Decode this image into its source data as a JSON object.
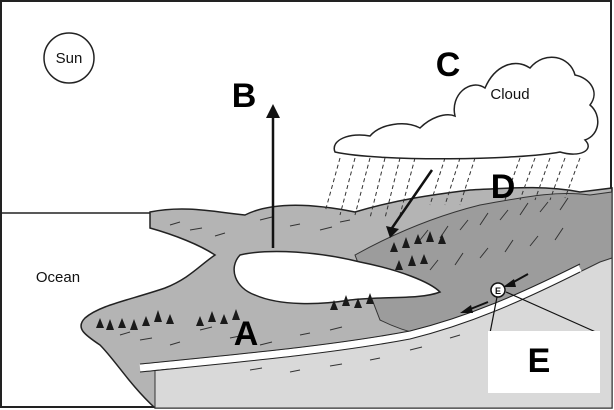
{
  "labels": {
    "sun": "Sun",
    "cloud": "Cloud",
    "ocean": "Ocean",
    "letter_a": "A",
    "letter_b": "B",
    "letter_c": "C",
    "letter_d": "D",
    "letter_e": "E",
    "marker_e": "E"
  },
  "colors": {
    "land": "#b4b4b4",
    "land_dark": "#8a8a8a",
    "lowland": "#d9d9d9",
    "ink": "#111111",
    "background": "#ffffff"
  }
}
